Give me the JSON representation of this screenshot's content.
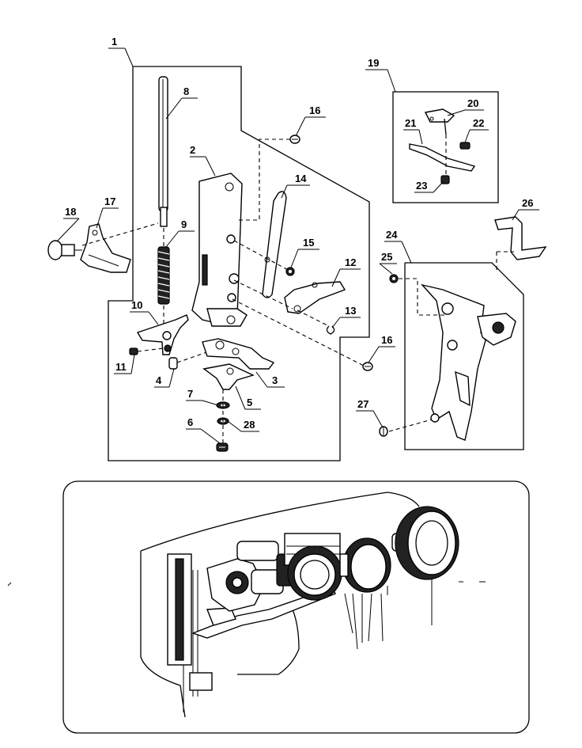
{
  "callouts": [
    {
      "id": "c1",
      "label": "1"
    },
    {
      "id": "c2",
      "label": "2"
    },
    {
      "id": "c3",
      "label": "3"
    },
    {
      "id": "c4",
      "label": "4"
    },
    {
      "id": "c5",
      "label": "5"
    },
    {
      "id": "c6",
      "label": "6"
    },
    {
      "id": "c7",
      "label": "7"
    },
    {
      "id": "c8",
      "label": "8"
    },
    {
      "id": "c9",
      "label": "9"
    },
    {
      "id": "c10",
      "label": "10"
    },
    {
      "id": "c11",
      "label": "11"
    },
    {
      "id": "c12",
      "label": "12"
    },
    {
      "id": "c13",
      "label": "13"
    },
    {
      "id": "c14",
      "label": "14"
    },
    {
      "id": "c15",
      "label": "15"
    },
    {
      "id": "c16a",
      "label": "16"
    },
    {
      "id": "c16b",
      "label": "16"
    },
    {
      "id": "c17",
      "label": "17"
    },
    {
      "id": "c18",
      "label": "18"
    },
    {
      "id": "c19",
      "label": "19"
    },
    {
      "id": "c20",
      "label": "20"
    },
    {
      "id": "c21",
      "label": "21"
    },
    {
      "id": "c22",
      "label": "22"
    },
    {
      "id": "c23",
      "label": "23"
    },
    {
      "id": "c24",
      "label": "24"
    },
    {
      "id": "c25",
      "label": "25"
    },
    {
      "id": "c26",
      "label": "26"
    },
    {
      "id": "c27",
      "label": "27"
    },
    {
      "id": "c28",
      "label": "28"
    }
  ]
}
